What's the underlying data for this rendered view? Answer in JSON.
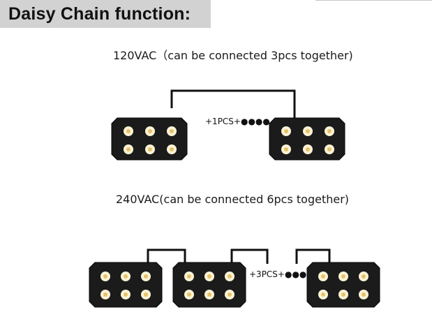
{
  "header": {
    "title": "Daisy Chain function:"
  },
  "sections": [
    {
      "caption": "120VAC（can be connected 3pcs together)",
      "label": "+1PCS+●●●●"
    },
    {
      "caption": "240VAC(can be connected 6pcs together)",
      "label": "+3PCS+●●●●"
    }
  ],
  "colors": {
    "panel": "#1b1b1b",
    "panel_edge": "#050505",
    "led_lens": "#fbf3d6",
    "led_core": "#e8c168",
    "cable": "#111111",
    "header_bg": "#d2d2d2"
  }
}
